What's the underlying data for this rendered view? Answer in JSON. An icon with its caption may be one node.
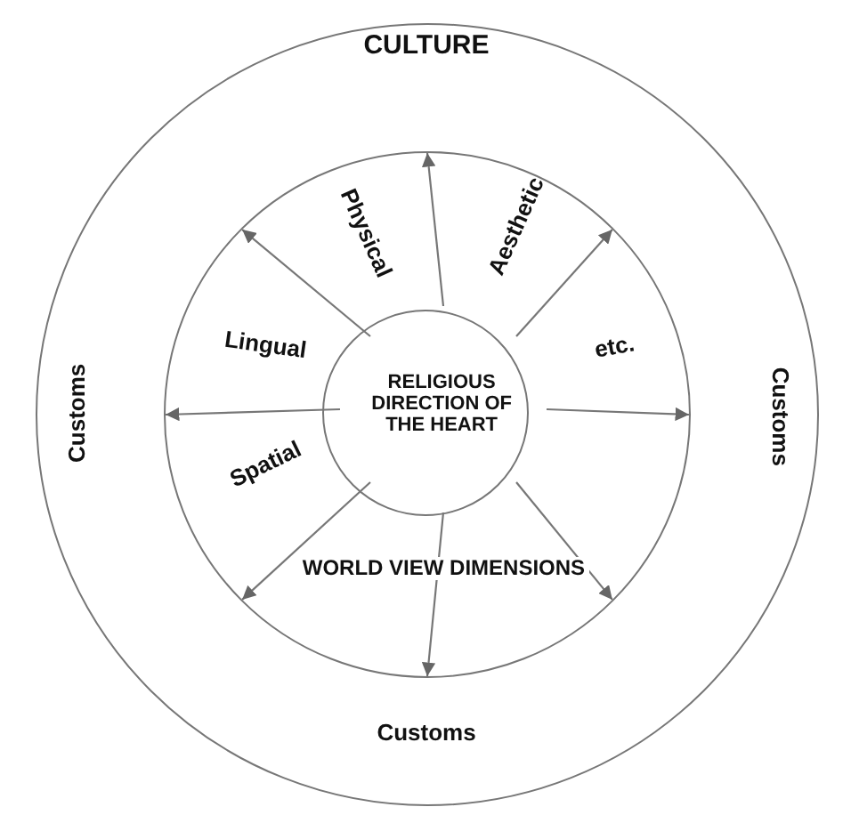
{
  "diagram": {
    "nodes": [
      {
        "text": [
          "CULTURE",
          "Customs",
          "Customs",
          "Customs"
        ]
      },
      {
        "text": [
          "Physical",
          "Aesthetic",
          "Lingual",
          "etc.",
          "Spatial",
          "WORLD VIEW DIMENSIONS"
        ],
        "in": 0
      },
      {
        "text": [
          "RELIGIOUS DIRECTION OF THE HEART"
        ],
        "in": 1
      }
    ],
    "edges": [
      {
        "from": 2,
        "to": 1,
        "arrow": "to"
      },
      {
        "from": 2,
        "to": 1,
        "arrow": "to"
      },
      {
        "from": 2,
        "to": 1,
        "arrow": "to"
      },
      {
        "from": 2,
        "to": 1,
        "arrow": "to"
      },
      {
        "from": 2,
        "to": 1,
        "arrow": "to"
      },
      {
        "from": 2,
        "to": 1,
        "arrow": "to"
      },
      {
        "from": 2,
        "to": 1,
        "arrow": "to"
      },
      {
        "from": 2,
        "to": 1,
        "arrow": "to"
      }
    ]
  }
}
